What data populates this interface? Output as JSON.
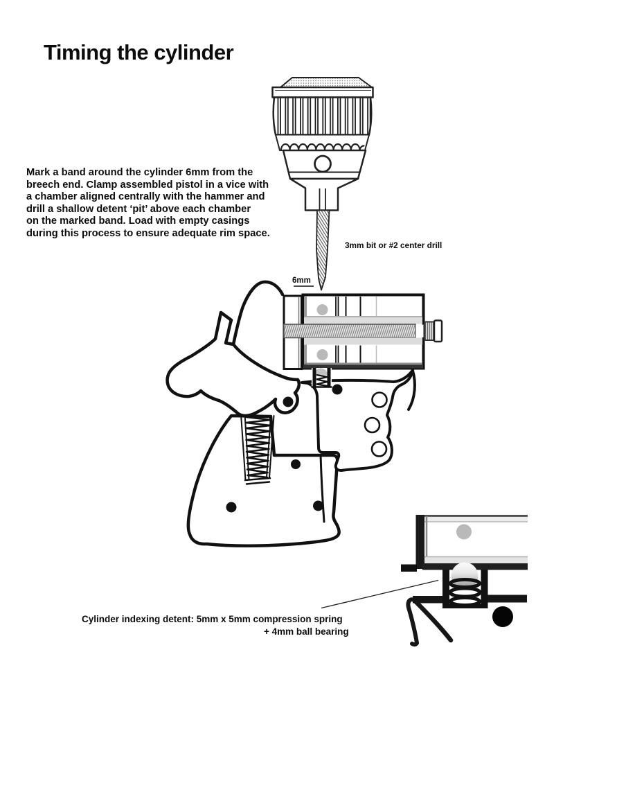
{
  "page": {
    "title": "Timing the cylinder",
    "instructions": "Mark a band around the cylinder 6mm from the\nbreech end. Clamp assembled pistol in a vice with\na chamber aligned centrally with the hammer and\ndrill a shallow detent ‘pit’ above each chamber\non the marked band. Load with empty casings\nduring this process to ensure adequate rim space.",
    "labels": {
      "drill_bit": "3mm bit or #2 center drill",
      "band_offset": "6mm",
      "detent_caption_line1": "Cylinder indexing detent: 5mm x 5mm compression spring",
      "detent_caption_line2": "+ 4mm ball bearing"
    },
    "colors": {
      "ink": "#111111",
      "light_gray_band": "#e0e0e0",
      "mid_gray": "#b9b9b9",
      "paper": "#ffffff"
    }
  }
}
